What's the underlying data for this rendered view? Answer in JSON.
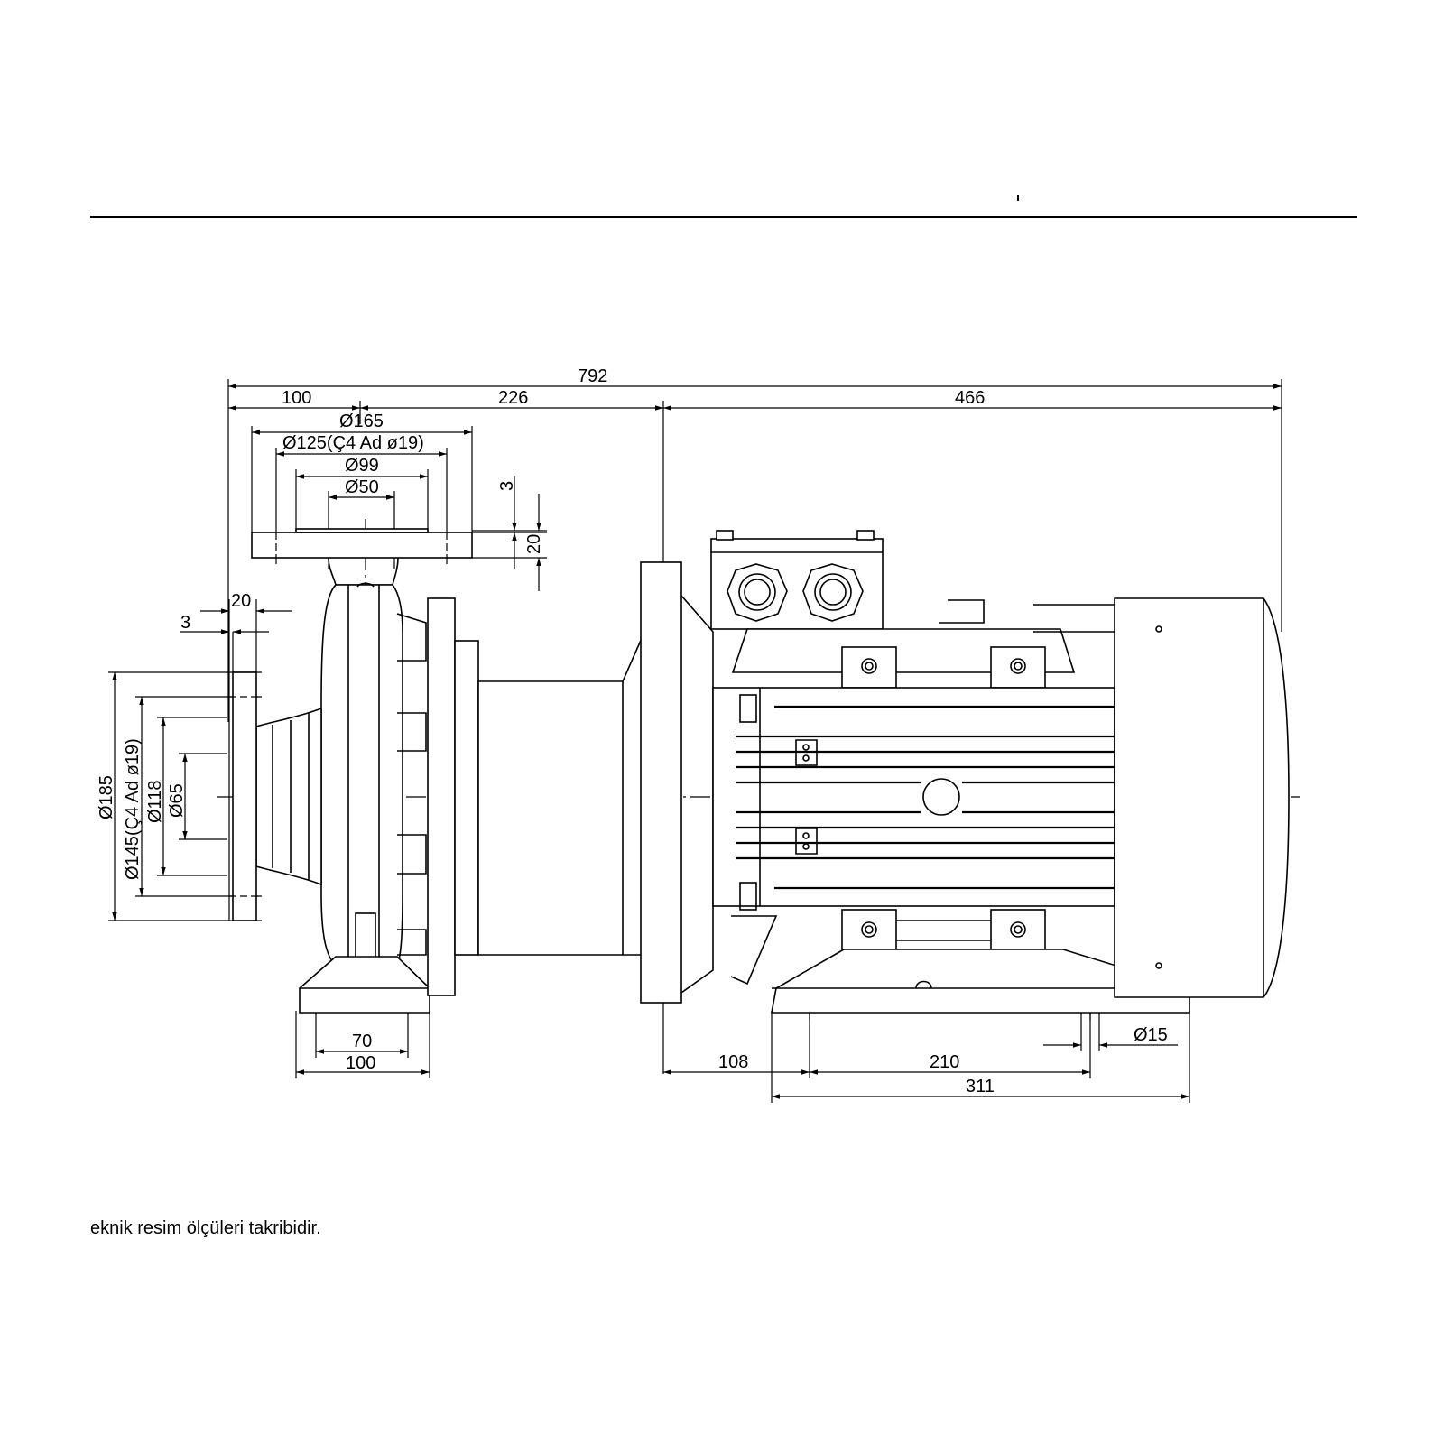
{
  "dimensions": {
    "overall_length": "792",
    "suction_offset": "100",
    "pump_length": "226",
    "motor_length": "466",
    "discharge_flange_od": "Ø165",
    "discharge_bolt_circle": "Ø125(Ç4 Ad ø19)",
    "discharge_raised_face": "Ø99",
    "discharge_bore": "Ø50",
    "discharge_raised_face_height": "3",
    "discharge_flange_thickness": "20",
    "suction_flange_thickness": "20",
    "suction_raised_face_height": "3",
    "suction_flange_od": "Ø185",
    "suction_bolt_circle": "Ø145(Ç4 Ad ø19)",
    "suction_raised_face": "Ø118",
    "suction_bore": "Ø65",
    "pump_foot_bolt_spacing": "70",
    "pump_foot_width": "100",
    "motor_foot_offset": "108",
    "motor_foot_bolt_spacing": "210",
    "motor_foot_width": "311",
    "foot_hole": "Ø15"
  },
  "note": "eknik resim ölçüleri takribidir."
}
